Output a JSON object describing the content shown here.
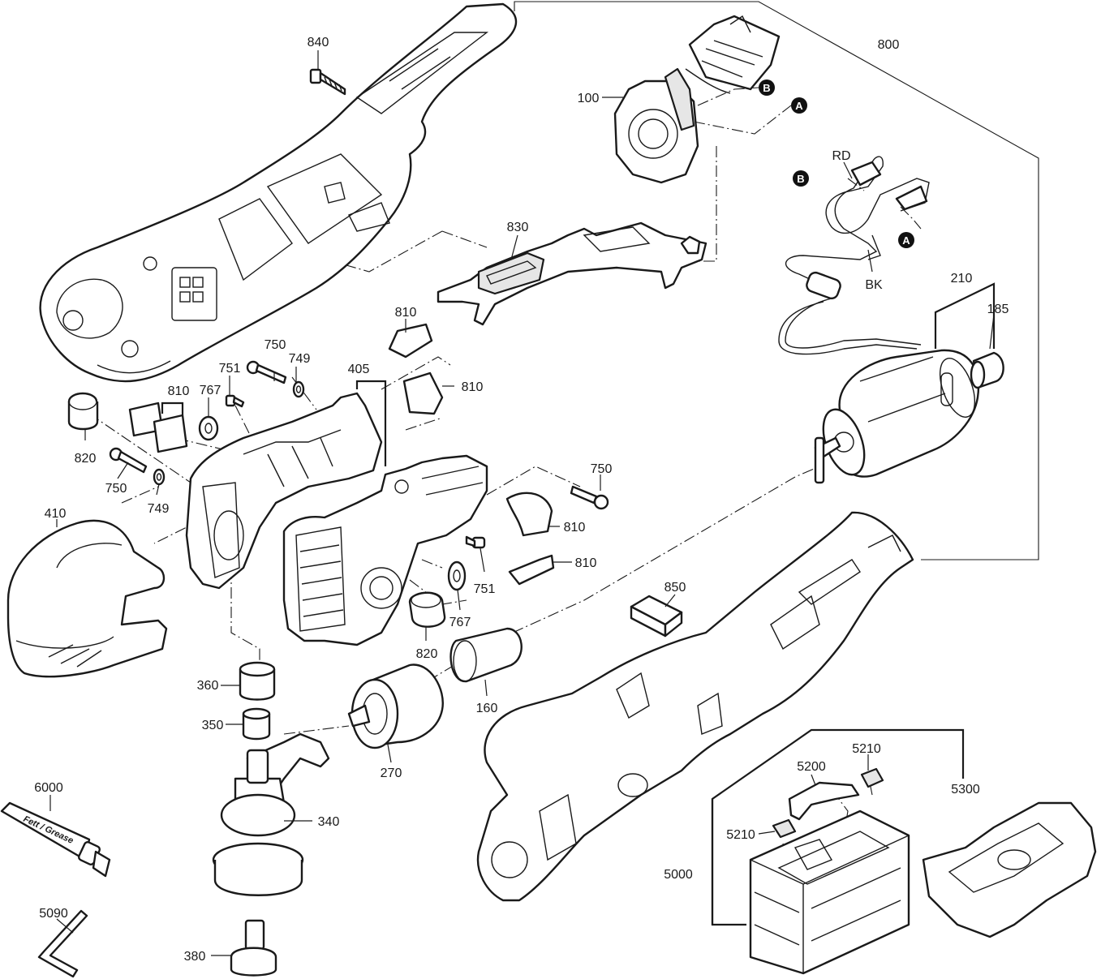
{
  "diagram": {
    "labels": [
      {
        "id": "p840",
        "text": "840"
      },
      {
        "id": "p800",
        "text": "800"
      },
      {
        "id": "p100",
        "text": "100"
      },
      {
        "id": "pRD",
        "text": "RD"
      },
      {
        "id": "pBK",
        "text": "BK"
      },
      {
        "id": "p830",
        "text": "830"
      },
      {
        "id": "p210",
        "text": "210"
      },
      {
        "id": "p185",
        "text": "185"
      },
      {
        "id": "p810a",
        "text": "810"
      },
      {
        "id": "p750a",
        "text": "750"
      },
      {
        "id": "p749a",
        "text": "749"
      },
      {
        "id": "p751a",
        "text": "751"
      },
      {
        "id": "p405",
        "text": "405"
      },
      {
        "id": "p810b",
        "text": "810"
      },
      {
        "id": "p810c",
        "text": "810"
      },
      {
        "id": "p767a",
        "text": "767"
      },
      {
        "id": "p820a",
        "text": "820"
      },
      {
        "id": "p750b",
        "text": "750"
      },
      {
        "id": "p749b",
        "text": "749"
      },
      {
        "id": "p750c",
        "text": "750"
      },
      {
        "id": "p410",
        "text": "410"
      },
      {
        "id": "p810d",
        "text": "810"
      },
      {
        "id": "p810e",
        "text": "810"
      },
      {
        "id": "p751b",
        "text": "751"
      },
      {
        "id": "p767b",
        "text": "767"
      },
      {
        "id": "p820b",
        "text": "820"
      },
      {
        "id": "p850",
        "text": "850"
      },
      {
        "id": "p360",
        "text": "360"
      },
      {
        "id": "p160",
        "text": "160"
      },
      {
        "id": "p350",
        "text": "350"
      },
      {
        "id": "p270",
        "text": "270"
      },
      {
        "id": "p6000",
        "text": "6000"
      },
      {
        "id": "p340",
        "text": "340"
      },
      {
        "id": "p5090",
        "text": "5090"
      },
      {
        "id": "p380",
        "text": "380"
      },
      {
        "id": "p5210a",
        "text": "5210"
      },
      {
        "id": "p5200",
        "text": "5200"
      },
      {
        "id": "p5210b",
        "text": "5210"
      },
      {
        "id": "p5300",
        "text": "5300"
      },
      {
        "id": "p5000",
        "text": "5000"
      }
    ],
    "markers": [
      {
        "id": "mB1",
        "text": "B"
      },
      {
        "id": "mA1",
        "text": "A"
      },
      {
        "id": "mB2",
        "text": "B"
      },
      {
        "id": "mA2",
        "text": "A"
      }
    ],
    "grease_tube_text": "Fett / Grease",
    "colors": {
      "line": "#1a1a1a",
      "fill": "#ffffff",
      "shade": "#e6e6e6"
    }
  }
}
